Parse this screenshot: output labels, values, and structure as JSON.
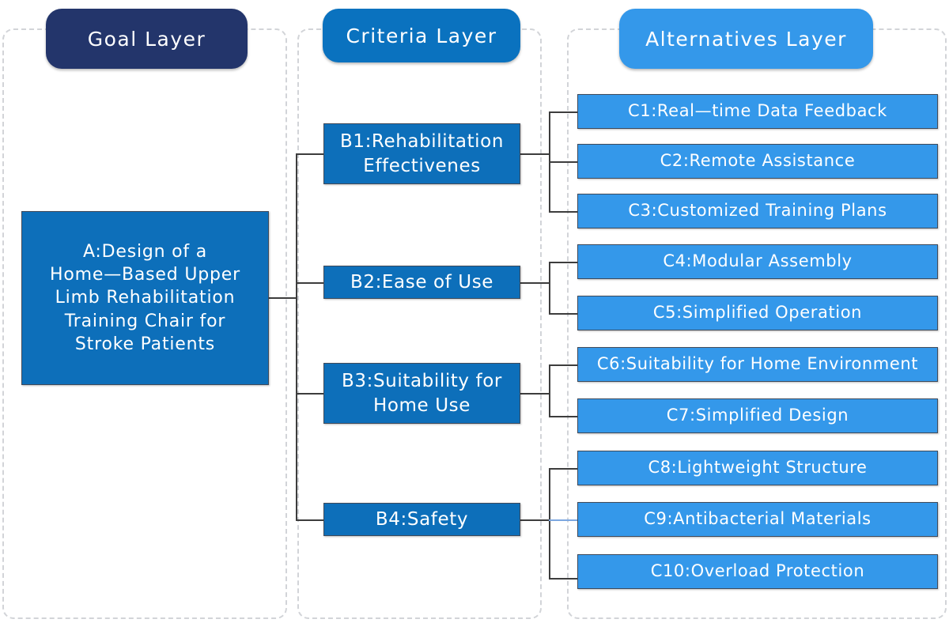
{
  "lanes": [
    {
      "key": "goal",
      "header": "Goal Layer",
      "color": "#23356b"
    },
    {
      "key": "criteria",
      "header": "Criteria Layer",
      "color": "#0a72bf"
    },
    {
      "key": "alternatives",
      "header": "Alternatives Layer",
      "color": "#3498ea"
    }
  ],
  "goal": {
    "id": "A",
    "label": "A:Design of a\nHome—Based Upper\nLimb Rehabilitation\nTraining Chair for\nStroke Patients"
  },
  "criteria": [
    {
      "id": "B1",
      "label": "B1:Rehabilitation\nEffectivenes"
    },
    {
      "id": "B2",
      "label": "B2:Ease of Use"
    },
    {
      "id": "B3",
      "label": "B3:Suitability for\nHome Use"
    },
    {
      "id": "B4",
      "label": "B4:Safety"
    }
  ],
  "alternatives": [
    {
      "id": "C1",
      "label": "C1:Real—time Data Feedback",
      "parent": "B1"
    },
    {
      "id": "C2",
      "label": "C2:Remote Assistance",
      "parent": "B1"
    },
    {
      "id": "C3",
      "label": "C3:Customized Training Plans",
      "parent": "B1"
    },
    {
      "id": "C4",
      "label": "C4:Modular Assembly",
      "parent": "B2"
    },
    {
      "id": "C5",
      "label": "C5:Simplified Operation",
      "parent": "B2"
    },
    {
      "id": "C6",
      "label": "C6:Suitability for Home Environment",
      "parent": "B3"
    },
    {
      "id": "C7",
      "label": "C7:Simplified Design",
      "parent": "B3"
    },
    {
      "id": "C8",
      "label": "C8:Lightweight Structure",
      "parent": "B4"
    },
    {
      "id": "C9",
      "label": "C9:Antibacterial Materials",
      "parent": "B4"
    },
    {
      "id": "C10",
      "label": "C10:Overload Protection",
      "parent": "B4"
    }
  ],
  "colors": {
    "goal_header": "#23356b",
    "criteria_header": "#0a72bf",
    "alternatives_header": "#3498ea",
    "goal_box": "#0d6fba",
    "criteria_box": "#0d6fba",
    "alternatives_box": "#3498ea",
    "connector": "#3d3d3d",
    "connector_highlight": "#7da7e0",
    "lane_border": "#d2d4d8"
  }
}
